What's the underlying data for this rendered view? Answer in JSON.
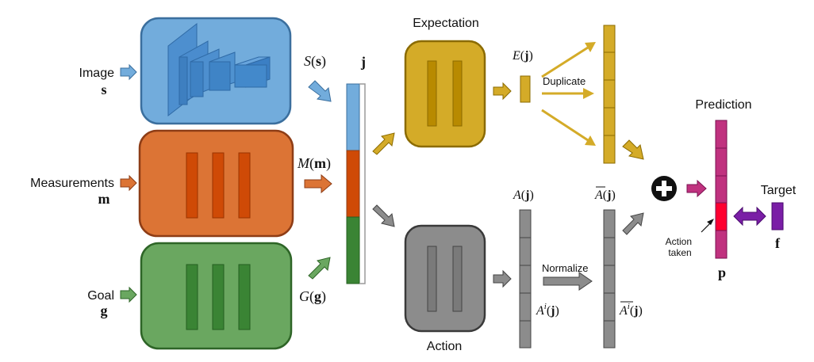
{
  "inputs": {
    "image": {
      "label": "Image",
      "symbol": "s"
    },
    "measurements": {
      "label": "Measurements",
      "symbol": "m"
    },
    "goal": {
      "label": "Goal",
      "symbol": "g"
    }
  },
  "module_outputs": {
    "perception": {
      "func": "S",
      "arg": "s"
    },
    "measurement": {
      "func": "M",
      "arg": "m"
    },
    "goal": {
      "func": "G",
      "arg": "g"
    }
  },
  "joint": {
    "symbol": "j"
  },
  "expectation": {
    "title": "Expectation",
    "output_func": "E",
    "output_arg": "j",
    "duplicate_label": "Duplicate"
  },
  "action": {
    "title": "Action",
    "output_func": "A",
    "output_arg": "j",
    "element_sup": "i",
    "normalize_label": "Normalize"
  },
  "normalized": {
    "func": "A",
    "arg": "j",
    "element_sup": "i"
  },
  "prediction": {
    "title": "Prediction",
    "symbol": "p",
    "action_taken_line1": "Action",
    "action_taken_line2": "taken"
  },
  "target": {
    "title": "Target",
    "symbol": "f"
  },
  "combine_symbol": "+",
  "colors": {
    "image_box": "#72acdc",
    "measurement_box": "#dc7435",
    "goal_box": "#6aa760",
    "expectation_box": "#d4ab28",
    "action_box": "#8c8c8c",
    "prediction_bar": "#c0327f",
    "action_taken": "#ff0030",
    "target_bar": "#7a1ea6"
  }
}
